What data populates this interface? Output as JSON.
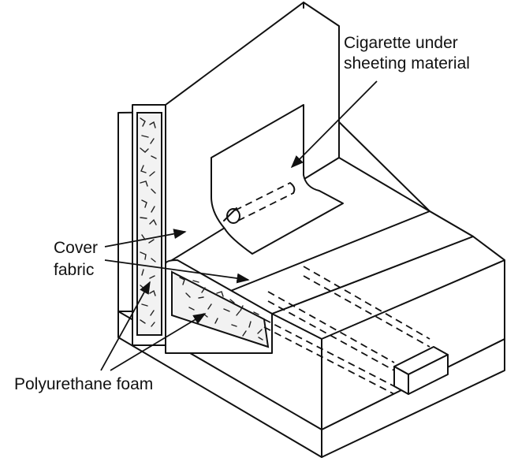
{
  "labels": {
    "cigarette_line1": "Cigarette under",
    "cigarette_line2": "sheeting material",
    "cover_line1": "Cover",
    "cover_line2": "fabric",
    "foam": "Polyurethane foam"
  },
  "colors": {
    "ink": "#111111",
    "background": "#ffffff"
  }
}
